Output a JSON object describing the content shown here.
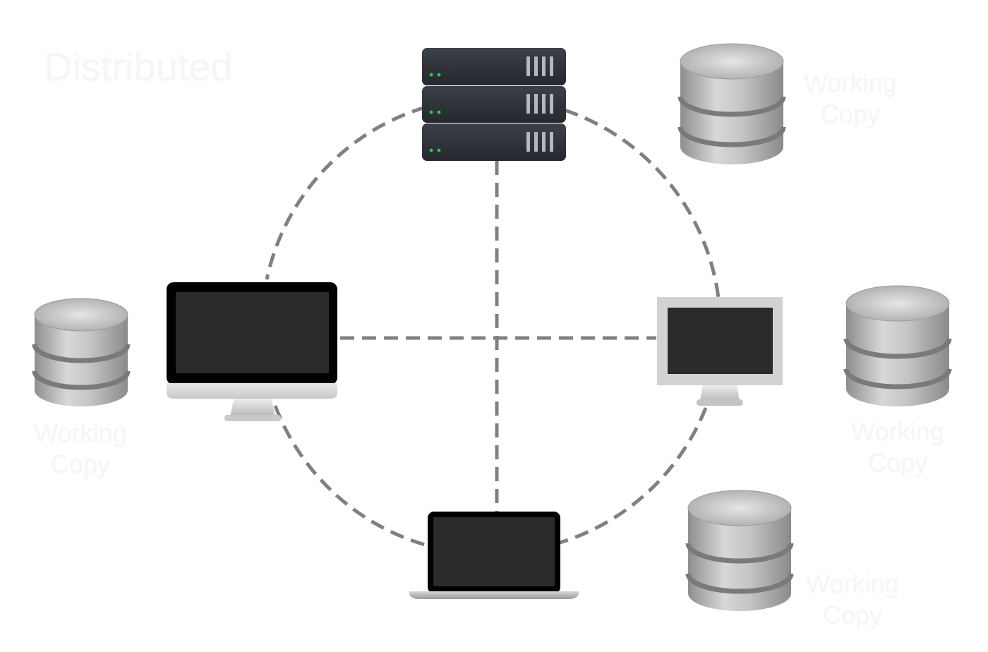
{
  "diagram": {
    "title": "Distributed",
    "colors": {
      "connector": "#808080",
      "server_body": "#2f3238",
      "server_led": "#2ecc40",
      "screen": "#2a2a2a",
      "monitor_frame_dark": "#000000",
      "monitor_frame_light": "#d2d2d2",
      "database_silver": "#b0b0b0",
      "label_text": "#f5f7f5"
    },
    "nodes": [
      {
        "id": "server",
        "icon": "server-rack-icon"
      },
      {
        "id": "desktop-left",
        "icon": "imac-desktop-icon"
      },
      {
        "id": "monitor-right",
        "icon": "monitor-icon"
      },
      {
        "id": "laptop-bottom",
        "icon": "laptop-icon"
      }
    ],
    "repositories": [
      {
        "icon": "database-icon",
        "label_line1": "Working",
        "label_line2": "Copy"
      },
      {
        "icon": "database-icon",
        "label_line1": "Working",
        "label_line2": "Copy"
      },
      {
        "icon": "database-icon",
        "label_line1": "Working",
        "label_line2": "Copy"
      },
      {
        "icon": "database-icon",
        "label_line1": "Working",
        "label_line2": "Copy"
      }
    ]
  }
}
